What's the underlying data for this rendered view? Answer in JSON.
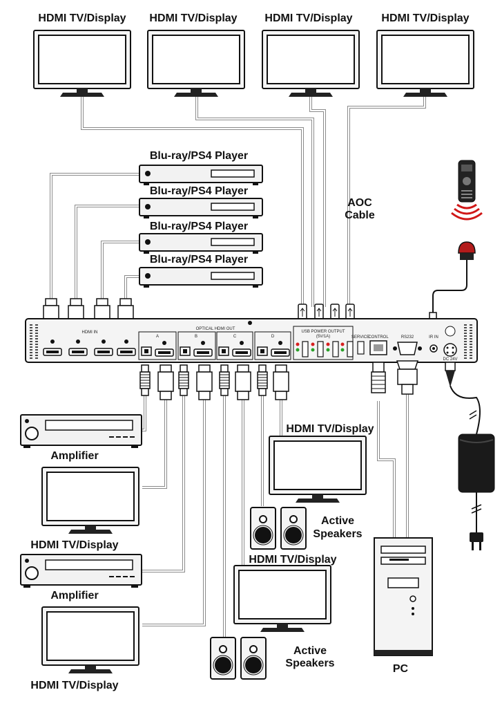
{
  "labels": {
    "tv_top_1": "HDMI TV/Display",
    "tv_top_2": "HDMI TV/Display",
    "tv_top_3": "HDMI TV/Display",
    "tv_top_4": "HDMI TV/Display",
    "player_1": "Blu-ray/PS4 Player",
    "player_2": "Blu-ray/PS4 Player",
    "player_3": "Blu-ray/PS4 Player",
    "player_4": "Blu-ray/PS4 Player",
    "aoc_line1": "AOC",
    "aoc_line2": "Cable",
    "amplifier_1": "Amplifier",
    "amplifier_2": "Amplifier",
    "tv_left_1": "HDMI TV/Display",
    "tv_left_2": "HDMI TV/Display",
    "tv_mid_1": "HDMI TV/Display",
    "tv_mid_2": "HDMI TV/Display",
    "speakers_1_line1": "Active",
    "speakers_1_line2": "Speakers",
    "speakers_2_line1": "Active",
    "speakers_2_line2": "Speakers",
    "pc": "PC"
  },
  "panel_labels": {
    "hdmi_in": "HDMI IN",
    "optical_hdmi_out": "OPTICAL  HDMI OUT",
    "zone_a": "A",
    "zone_b": "B",
    "zone_c": "C",
    "zone_d": "D",
    "usb_power": "USB POWER OUTPUT",
    "usb_power_spec": "(5V/1A)",
    "service": "SERVICE",
    "control": "CONTROL",
    "rs232": "RS232",
    "ir_in": "IR IN",
    "dc": "DC 24V"
  },
  "colors": {
    "cable": "#8a8a8a",
    "device_body": "#f2f2f2",
    "outline": "#111111",
    "led_red": "#d62020",
    "led_green": "#2aa02a",
    "ir_sensor": "#b31b1b"
  }
}
